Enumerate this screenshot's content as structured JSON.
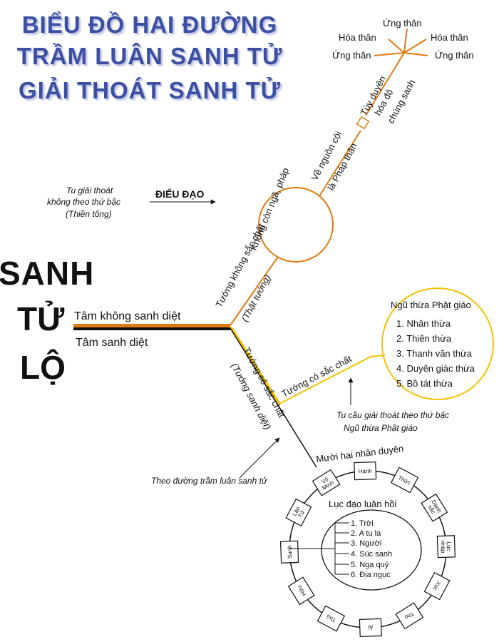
{
  "title": {
    "line1": "BIỂU ĐỒ HAI ĐƯỜNG",
    "line2": "TRẦM LUÂN SANH TỬ",
    "line3": "GIẢI THOÁT SANH TỬ"
  },
  "side_label": {
    "line1": "SANH",
    "line2": "TỬ",
    "line3": "LỘ"
  },
  "roots": {
    "upper": "Tâm không sanh diệt",
    "lower": "Tâm sanh diệt"
  },
  "upper_branch": {
    "label1": "Tướng không sắc chất",
    "label2": "(Thật tướng)",
    "circle_label": "Không còn ngã, pháp",
    "label3": "Về nguồn cội",
    "label4": "là Pháp thân",
    "label5": "Tùy duyên",
    "label6": "hóa độ",
    "label7": "chúng sanh",
    "fan": [
      "Ứng thân",
      "Hóa thân",
      "Ứng thân",
      "Hóa thân",
      "Ứng thân"
    ]
  },
  "dieu_dao": {
    "text": "ĐIỂU ĐẠO",
    "note": [
      "Tu giải thoát",
      "không theo thứ bậc",
      "(Thiền tông)"
    ]
  },
  "yellow_branch": {
    "label": "Tướng có sắc chất",
    "title": "Ngũ thừa Phật giáo",
    "items": [
      "1. Nhân thừa",
      "2. Thiên thừa",
      "3. Thanh văn thừa",
      "4. Duyên giác thừa",
      "5. Bồ tát thừa"
    ],
    "note": [
      "Tu cầu giải thoát theo thứ bậc",
      "Ngũ thừa Phật giáo"
    ]
  },
  "lower_branch": {
    "label1": "Tướng có sắc chất",
    "label2": "(Tướng sanh diệt)",
    "note": "Theo đường trầm luân sanh tử"
  },
  "wheel": {
    "title": "Mười hai nhân duyên",
    "links": [
      "Vô Minh",
      "Hành",
      "Thức",
      "Danh sắc",
      "Lục nhập",
      "Xúc",
      "Thọ",
      "Ái",
      "Thủ",
      "Hữu",
      "Sanh",
      "Lão Tử"
    ],
    "inner_title": "Lục đạo luân hồi",
    "realms": [
      "1. Trời",
      "2. A tu la",
      "3. Người",
      "4. Súc sanh",
      "5. Ngạ quỷ",
      "6. Địa ngục"
    ]
  }
}
